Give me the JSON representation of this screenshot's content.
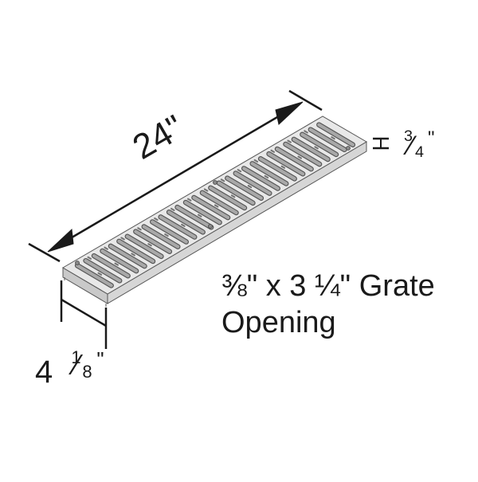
{
  "diagram": {
    "subject": "Drainage channel grate",
    "colors": {
      "ink": "#1a1a1a",
      "grate_top": "#e6e6e6",
      "grate_side_front": "#d2d2d2",
      "grate_side_end": "#c4c4c4",
      "slot_fill": "#a8a8a8",
      "slot_outline": "#555555",
      "background": "#ffffff"
    },
    "slot_count": 30,
    "dimensions": {
      "length": {
        "label": "24\"",
        "value": "24",
        "unit": "in"
      },
      "height": {
        "label_whole": "",
        "label_num": "3",
        "label_den": "4",
        "label_mark": "\"",
        "value": "3/4",
        "unit": "in"
      },
      "width": {
        "label_whole": "4",
        "label_num": "1",
        "label_den": "8",
        "label_mark": "\"",
        "value": "4 1/8",
        "unit": "in"
      }
    },
    "opening_note": {
      "line1": "⅜\" x 3 ¼\" Grate",
      "line2": "Opening"
    }
  }
}
